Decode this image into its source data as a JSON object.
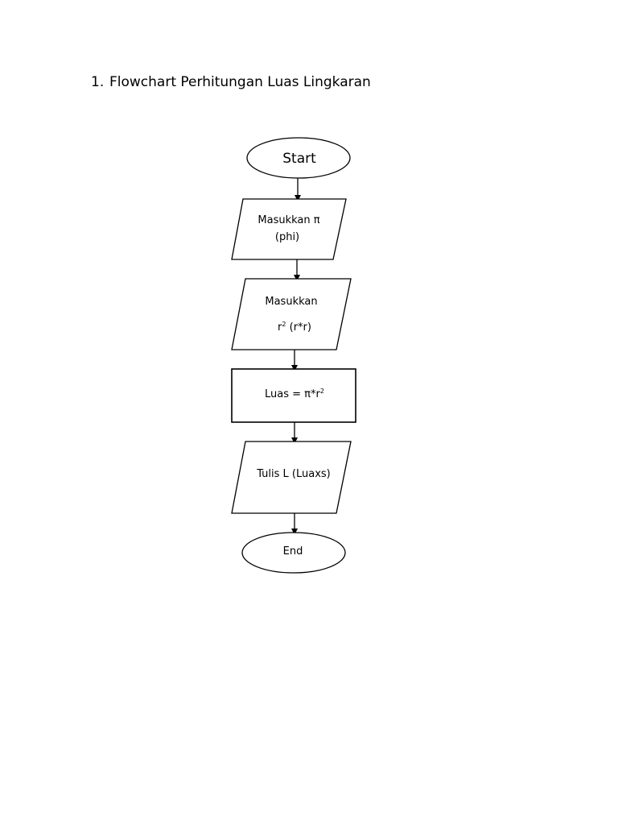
{
  "heading": {
    "number": "1.",
    "title": "Flowchart Perhitungan Luas Lingkaran"
  },
  "flowchart": {
    "start": {
      "label": "Start"
    },
    "input_pi": {
      "line1": "Masukkan π",
      "line2": "(phi)"
    },
    "input_r": {
      "line1": "Masukkan",
      "base": "r",
      "exp": "2",
      "tail": " (r*r)"
    },
    "process": {
      "prefix": "Luas = π*r",
      "exp": "2"
    },
    "output": {
      "label": "Tulis L (Luaxs)"
    },
    "end": {
      "label": "End"
    }
  }
}
